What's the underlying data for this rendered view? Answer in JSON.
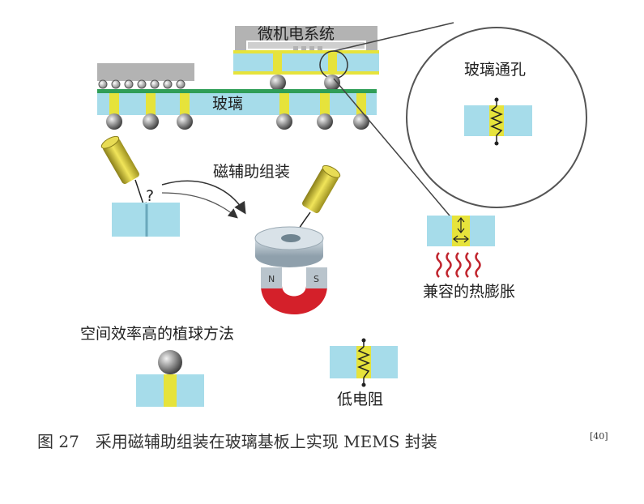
{
  "labels": {
    "mems": "微机电系统",
    "glass": "玻璃",
    "via": "玻璃通孔",
    "magnetic": "磁辅助组装",
    "question": "?",
    "thermal": "兼容的热膨胀",
    "bumping": "空间效率高的植球方法",
    "resistance": "低电阻",
    "magnet_n": "N",
    "magnet_s": "S"
  },
  "caption": {
    "text": "图 27　采用磁辅助组装在玻璃基板上实现 MEMS 封装",
    "ref": "[40]"
  },
  "colors": {
    "glass": "#a6dcea",
    "metal": "#e6e33b",
    "substrate_line": "#2f9e57",
    "chip": "#b3b3b3",
    "ball": "#8d8d8d",
    "magnet_red": "#d4202a",
    "magnet_gray": "#b9c4cc",
    "wave": "#c0252e",
    "tool": "#d9c83a"
  }
}
